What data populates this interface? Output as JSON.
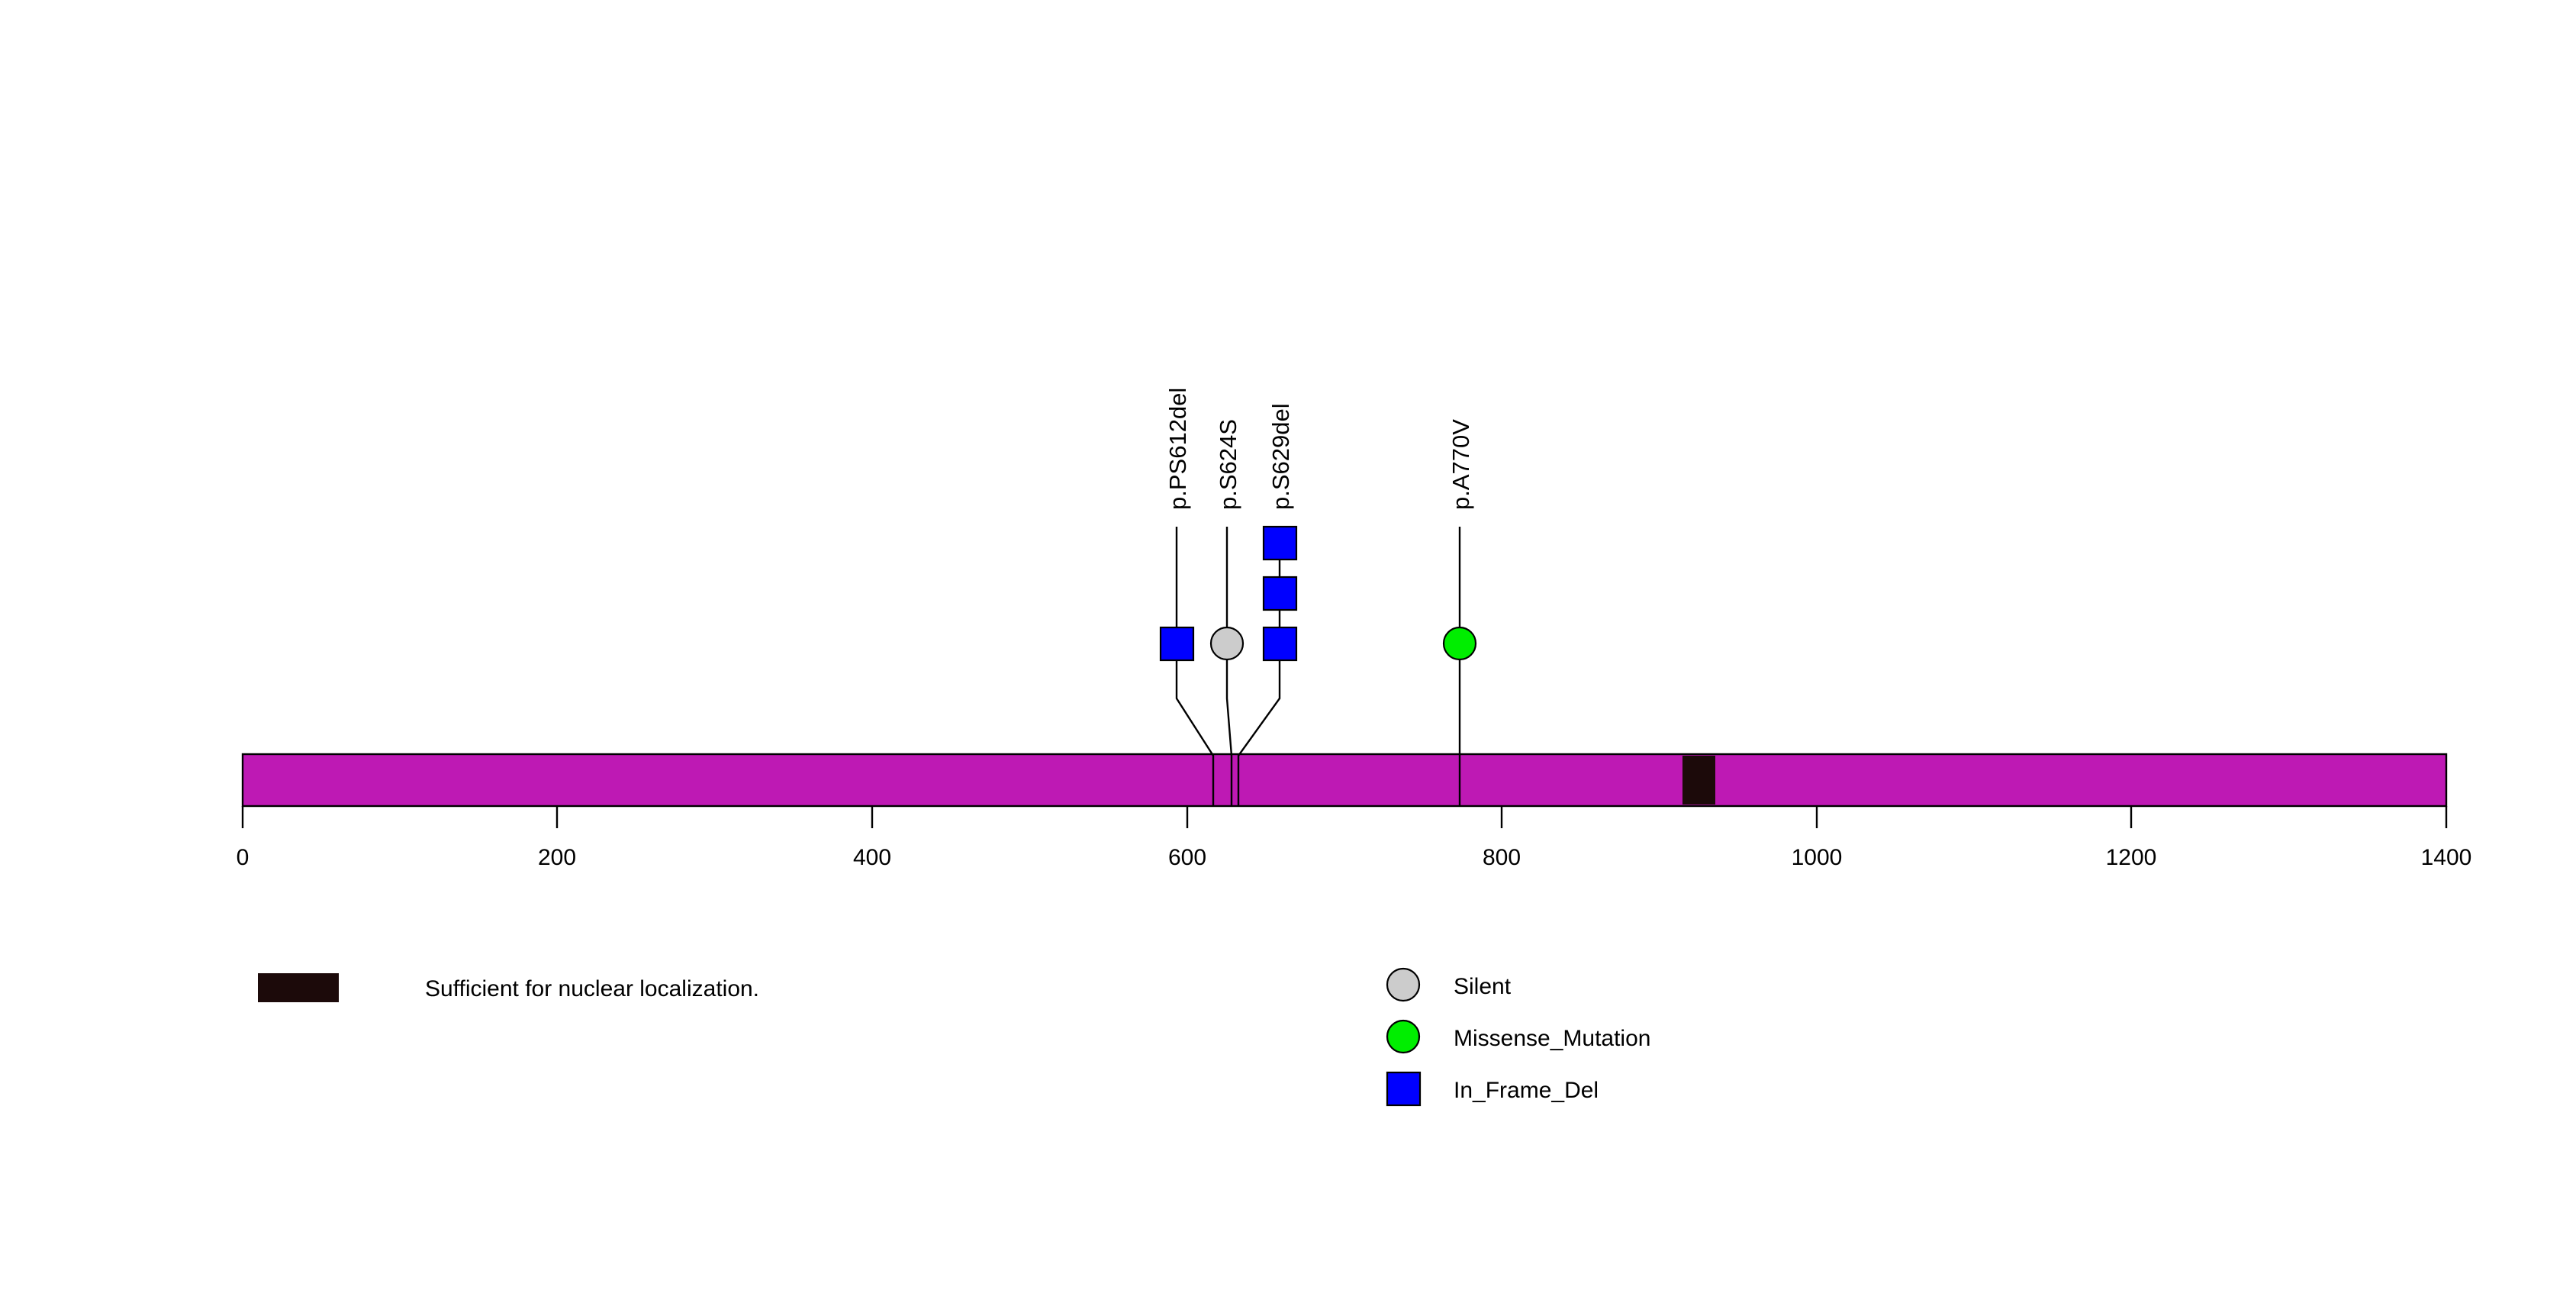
{
  "chart_data": {
    "type": "lollipop",
    "title": "",
    "xlabel": "",
    "ylabel": "",
    "xlim": [
      0,
      1400
    ],
    "x_ticks": [
      0,
      200,
      400,
      600,
      800,
      1000,
      1200,
      1400
    ],
    "x_tick_labels": [
      "0",
      "200",
      "400",
      "600",
      "800",
      "1000",
      "1200",
      "1400"
    ],
    "grid": false,
    "protein": {
      "length": 1400,
      "backbone_color": "#BE19B4",
      "backbone_start": 0,
      "backbone_end": 1400
    },
    "domains": [
      {
        "name": "Sufficient for nuclear localization.",
        "start": 915,
        "end": 936,
        "color": "#1C0A0A"
      }
    ],
    "mutations": [
      {
        "label": "p.PS612del",
        "position": 612,
        "count": 1,
        "type": "In_Frame_Del",
        "shape": "square",
        "color": "#0000FF"
      },
      {
        "label": "p.S624S",
        "position": 624,
        "count": 1,
        "type": "Silent",
        "shape": "circle",
        "color": "#CCCCCC"
      },
      {
        "label": "p.S629del",
        "position": 629,
        "count": 3,
        "type": "In_Frame_Del",
        "shape": "square",
        "color": "#0000FF"
      },
      {
        "label": "p.A770V",
        "position": 770,
        "count": 1,
        "type": "Missense_Mutation",
        "shape": "circle",
        "color": "#00EE00"
      }
    ],
    "legend_mutations": {
      "position": "bottom-right",
      "entries": [
        {
          "label": "Silent",
          "shape": "circle",
          "color": "#CCCCCC"
        },
        {
          "label": "Missense_Mutation",
          "shape": "circle",
          "color": "#00EE00"
        },
        {
          "label": "In_Frame_Del",
          "shape": "square",
          "color": "#0000FF"
        }
      ]
    },
    "legend_domains": {
      "position": "bottom-left",
      "entries": [
        {
          "label": "Sufficient for nuclear localization.",
          "shape": "rect",
          "color": "#1C0A0A"
        }
      ]
    }
  },
  "axis": {
    "ticks": [
      {
        "value": "0"
      },
      {
        "value": "200"
      },
      {
        "value": "400"
      },
      {
        "value": "600"
      },
      {
        "value": "800"
      },
      {
        "value": "1000"
      },
      {
        "value": "1200"
      },
      {
        "value": "1400"
      }
    ]
  },
  "mutation_labels": [
    {
      "text": "p.PS612del"
    },
    {
      "text": "p.S624S"
    },
    {
      "text": "p.S629del"
    },
    {
      "text": "p.A770V"
    }
  ],
  "domain_legend": [
    {
      "text": "Sufficient for nuclear localization."
    }
  ],
  "mutation_legend": [
    {
      "text": "Silent"
    },
    {
      "text": "Missense_Mutation"
    },
    {
      "text": "In_Frame_Del"
    }
  ],
  "colors": {
    "backbone": "#BE19B4",
    "domain": "#1C0A0A",
    "in_frame_del": "#0000FF",
    "silent": "#CCCCCC",
    "missense": "#00EE00",
    "outline": "#000000",
    "background": "#FFFFFF"
  }
}
